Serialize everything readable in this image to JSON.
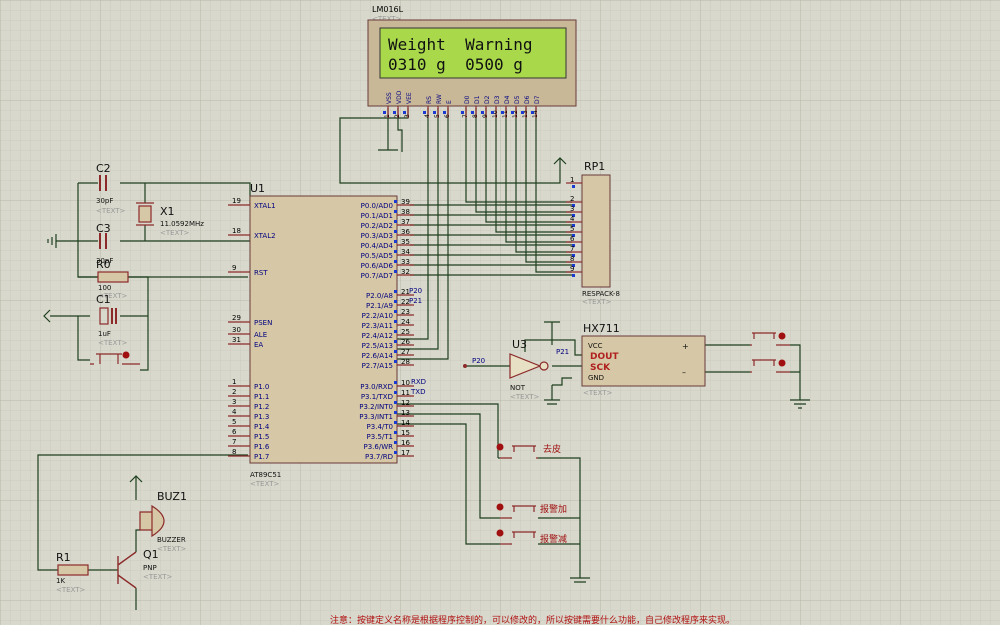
{
  "lcd": {
    "ref": "LM016L",
    "text_tag": "<TEXT>",
    "line1": "Weight  Warning",
    "line2": "0310 g  0500 g",
    "pin_labels": [
      "VSS",
      "VDD",
      "VEE",
      "RS",
      "RW",
      "E",
      "D0",
      "D1",
      "D2",
      "D3",
      "D4",
      "D5",
      "D6",
      "D7"
    ],
    "pin_numbers": [
      "1",
      "2",
      "3",
      "4",
      "5",
      "6",
      "7",
      "8",
      "9",
      "10",
      "11",
      "12",
      "13",
      "14"
    ]
  },
  "mcu": {
    "ref": "U1",
    "part": "AT89C51",
    "text_tag": "<TEXT>",
    "left_pins": [
      {
        "num": "19",
        "name": "XTAL1"
      },
      {
        "num": "18",
        "name": "XTAL2"
      },
      {
        "num": "9",
        "name": "RST"
      },
      {
        "num": "29",
        "name": "PSEN"
      },
      {
        "num": "30",
        "name": "ALE"
      },
      {
        "num": "31",
        "name": "EA"
      },
      {
        "num": "1",
        "name": "P1.0"
      },
      {
        "num": "2",
        "name": "P1.1"
      },
      {
        "num": "3",
        "name": "P1.2"
      },
      {
        "num": "4",
        "name": "P1.3"
      },
      {
        "num": "5",
        "name": "P1.4"
      },
      {
        "num": "6",
        "name": "P1.5"
      },
      {
        "num": "7",
        "name": "P1.6"
      },
      {
        "num": "8",
        "name": "P1.7"
      }
    ],
    "right_pins": [
      {
        "num": "39",
        "name": "P0.0/AD0"
      },
      {
        "num": "38",
        "name": "P0.1/AD1"
      },
      {
        "num": "37",
        "name": "P0.2/AD2"
      },
      {
        "num": "36",
        "name": "P0.3/AD3"
      },
      {
        "num": "35",
        "name": "P0.4/AD4"
      },
      {
        "num": "34",
        "name": "P0.5/AD5"
      },
      {
        "num": "33",
        "name": "P0.6/AD6"
      },
      {
        "num": "32",
        "name": "P0.7/AD7"
      },
      {
        "num": "21",
        "name": "P2.0/A8"
      },
      {
        "num": "22",
        "name": "P2.1/A9"
      },
      {
        "num": "23",
        "name": "P2.2/A10"
      },
      {
        "num": "24",
        "name": "P2.3/A11"
      },
      {
        "num": "25",
        "name": "P2.4/A12"
      },
      {
        "num": "26",
        "name": "P2.5/A13"
      },
      {
        "num": "27",
        "name": "P2.6/A14"
      },
      {
        "num": "28",
        "name": "P2.7/A15"
      },
      {
        "num": "10",
        "name": "P3.0/RXD"
      },
      {
        "num": "11",
        "name": "P3.1/TXD"
      },
      {
        "num": "12",
        "name": "P3.2/INT0"
      },
      {
        "num": "13",
        "name": "P3.3/INT1"
      },
      {
        "num": "14",
        "name": "P3.4/T0"
      },
      {
        "num": "15",
        "name": "P3.5/T1"
      },
      {
        "num": "16",
        "name": "P3.6/WR"
      },
      {
        "num": "17",
        "name": "P3.7/RD"
      }
    ],
    "net_labels": {
      "p20": "P20",
      "p21": "P21",
      "rxd": "RXD",
      "txd": "TXD"
    }
  },
  "respack": {
    "ref": "RP1",
    "part": "RESPACK-8",
    "text_tag": "<TEXT>",
    "pins": [
      "1",
      "2",
      "3",
      "4",
      "5",
      "6",
      "7",
      "8",
      "9"
    ]
  },
  "hx711": {
    "ref": "HX711",
    "pins": {
      "vcc": "VCC",
      "dout": "DOUT",
      "sck": "SCK",
      "gnd": "GND",
      "plus": "+",
      "minus": "–"
    },
    "text_tag": "<TEXT>"
  },
  "not_gate": {
    "ref": "U3",
    "part": "NOT",
    "text_tag": "<TEXT>",
    "in_net": "P20",
    "out_net": "P21"
  },
  "c2": {
    "ref": "C2",
    "value": "30pF",
    "text_tag": "<TEXT>"
  },
  "c3": {
    "ref": "C3",
    "value": "30pF"
  },
  "x1": {
    "ref": "X1",
    "value": "11.0592MHz",
    "text_tag": "<TEXT>"
  },
  "r0": {
    "ref": "R0",
    "value": "100",
    "text_tag": "<TEXT>"
  },
  "c1": {
    "ref": "C1",
    "value": "1uF",
    "text_tag": "<TEXT>"
  },
  "buzzer": {
    "ref": "BUZ1",
    "part": "BUZZER",
    "text_tag": "<TEXT>"
  },
  "q1": {
    "ref": "Q1",
    "part": "PNP",
    "text_tag": "<TEXT>"
  },
  "r1": {
    "ref": "R1",
    "value": "1K",
    "text_tag": "<TEXT>"
  },
  "buttons": {
    "tare": "去皮",
    "add": "报警加",
    "sub": "报警减"
  },
  "note": "注意：按键定义名称是根据程序控制的，可以修改的，所以按键需要什么功能，自己修改程序来实现。",
  "colors": {
    "background": "#d8d8cc",
    "wire": "#1f3f1f",
    "component": "#8c2a2a",
    "body": "#d6c8a6",
    "lcd": "#a9d94b",
    "pin_text": "#000080"
  }
}
